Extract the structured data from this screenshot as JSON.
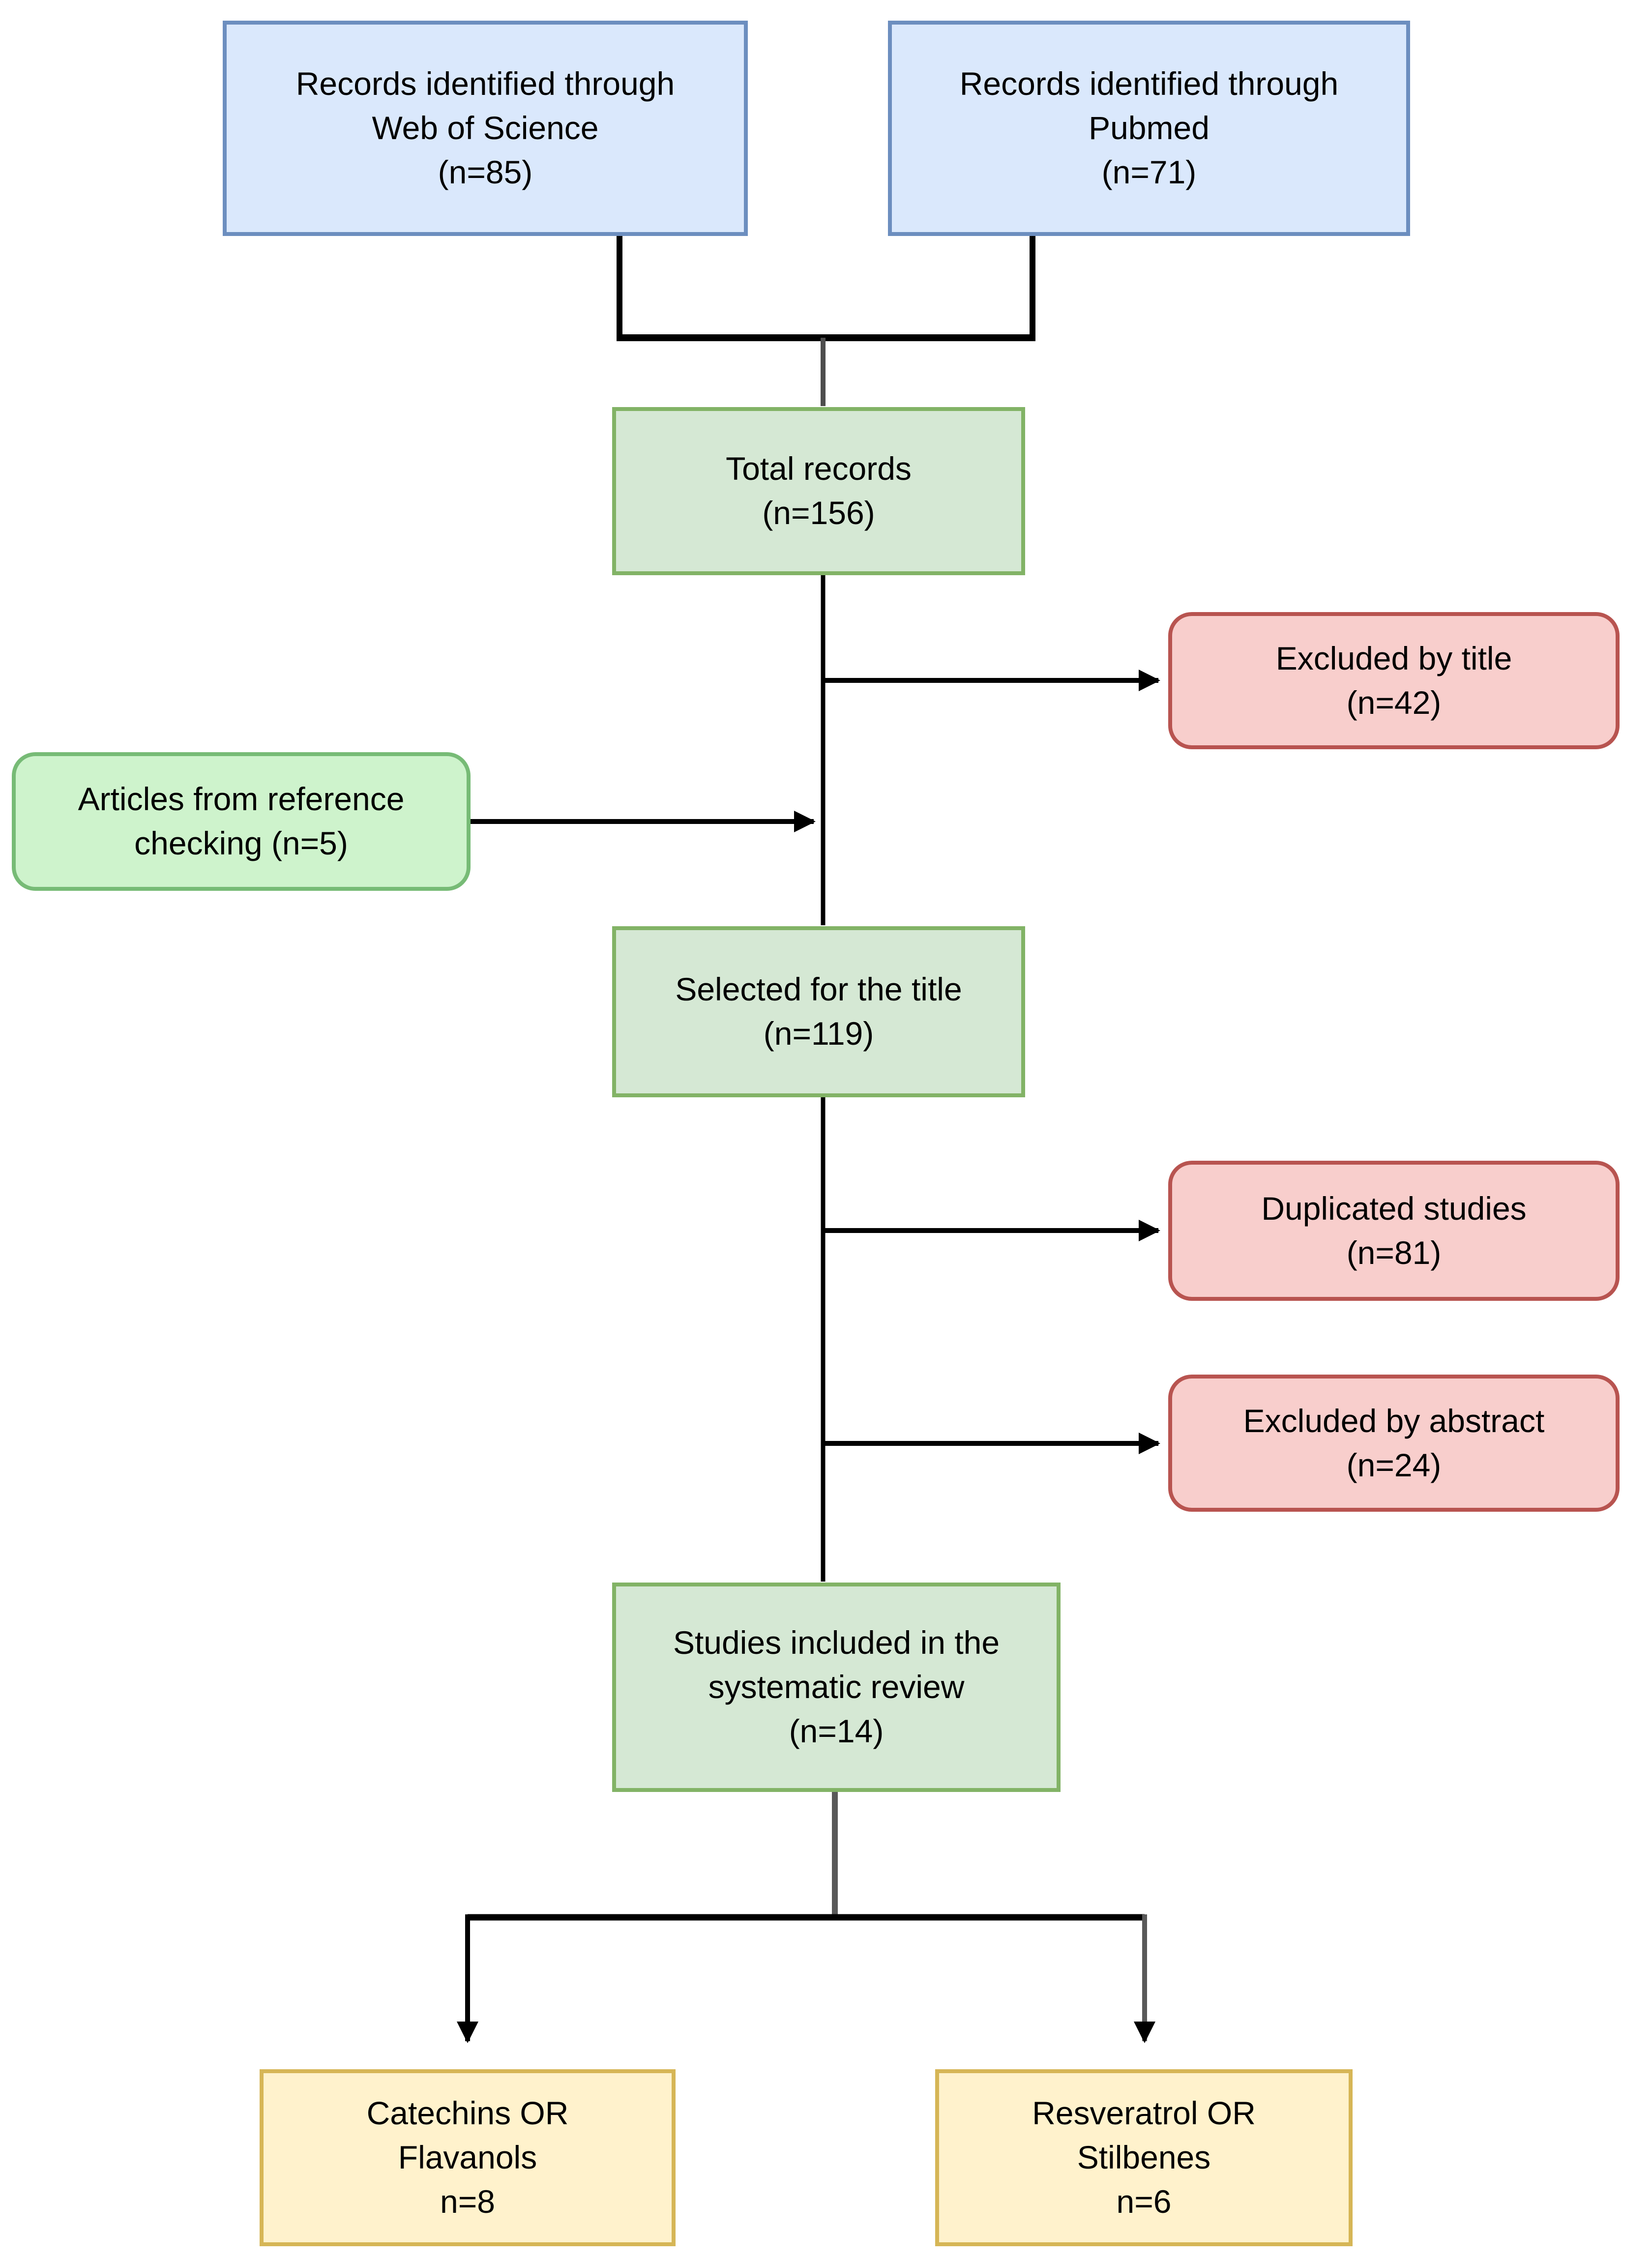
{
  "diagram_type": "flowchart",
  "nodes": {
    "records_wos": {
      "lines": [
        "Records identified through",
        "Web of Science",
        "(n=85)"
      ],
      "n": 85,
      "shape": "rectangle",
      "color_role": "blue"
    },
    "records_pubmed": {
      "lines": [
        "Records identified through",
        "Pubmed",
        "(n=71)"
      ],
      "n": 71,
      "shape": "rectangle",
      "color_role": "blue"
    },
    "total_records": {
      "lines": [
        "Total records",
        "(n=156)"
      ],
      "n": 156,
      "shape": "rectangle",
      "color_role": "green"
    },
    "excluded_by_title": {
      "lines": [
        "Excluded by title",
        "(n=42)"
      ],
      "n": 42,
      "shape": "rounded",
      "color_role": "red"
    },
    "articles_reference": {
      "lines": [
        "Articles from reference",
        "checking (n=5)"
      ],
      "n": 5,
      "shape": "rounded",
      "color_role": "mint"
    },
    "selected_for_title": {
      "lines": [
        "Selected for the title",
        "(n=119)"
      ],
      "n": 119,
      "shape": "rectangle",
      "color_role": "green"
    },
    "duplicated_studies": {
      "lines": [
        "Duplicated studies",
        "(n=81)"
      ],
      "n": 81,
      "shape": "rounded",
      "color_role": "red"
    },
    "excluded_by_abstract": {
      "lines": [
        "Excluded by abstract",
        "(n=24)"
      ],
      "n": 24,
      "shape": "rounded",
      "color_role": "red"
    },
    "studies_included": {
      "lines": [
        "Studies included in the",
        "systematic review",
        "(n=14)"
      ],
      "n": 14,
      "shape": "rectangle",
      "color_role": "green"
    },
    "catechins_flavanols": {
      "lines": [
        "Catechins OR",
        "Flavanols",
        "n=8"
      ],
      "n": 8,
      "shape": "rectangle",
      "color_role": "yellow"
    },
    "resveratrol_stilbenes": {
      "lines": [
        "Resveratrol OR",
        "Stilbenes",
        "n=6"
      ],
      "n": 6,
      "shape": "rectangle",
      "color_role": "yellow"
    }
  },
  "edges": [
    {
      "from": "records_wos",
      "to": "total_records",
      "arrow": false
    },
    {
      "from": "records_pubmed",
      "to": "total_records",
      "arrow": false
    },
    {
      "from": "total_records",
      "to": "selected_for_title",
      "arrow": false
    },
    {
      "from": "total_records",
      "to": "excluded_by_title",
      "arrow": true
    },
    {
      "from": "articles_reference",
      "to": "main_line",
      "arrow": true
    },
    {
      "from": "selected_for_title",
      "to": "studies_included",
      "arrow": false
    },
    {
      "from": "selected_for_title",
      "to": "duplicated_studies",
      "arrow": true
    },
    {
      "from": "selected_for_title",
      "to": "excluded_by_abstract",
      "arrow": true
    },
    {
      "from": "studies_included",
      "to": "catechins_flavanols",
      "arrow": true
    },
    {
      "from": "studies_included",
      "to": "resveratrol_stilbenes",
      "arrow": true
    }
  ],
  "colors": {
    "blue_fill": "#dae8fc",
    "blue_stroke": "#6c8ebf",
    "green_fill": "#d5e8d4",
    "green_stroke": "#82b366",
    "mint_fill": "#cef3cc",
    "mint_stroke": "#77bb76",
    "red_fill": "#f8cecc",
    "red_stroke": "#b85450",
    "yellow_fill": "#fff2cc",
    "yellow_stroke": "#d6b656",
    "line": "#000000",
    "line_gray": "#595959"
  }
}
